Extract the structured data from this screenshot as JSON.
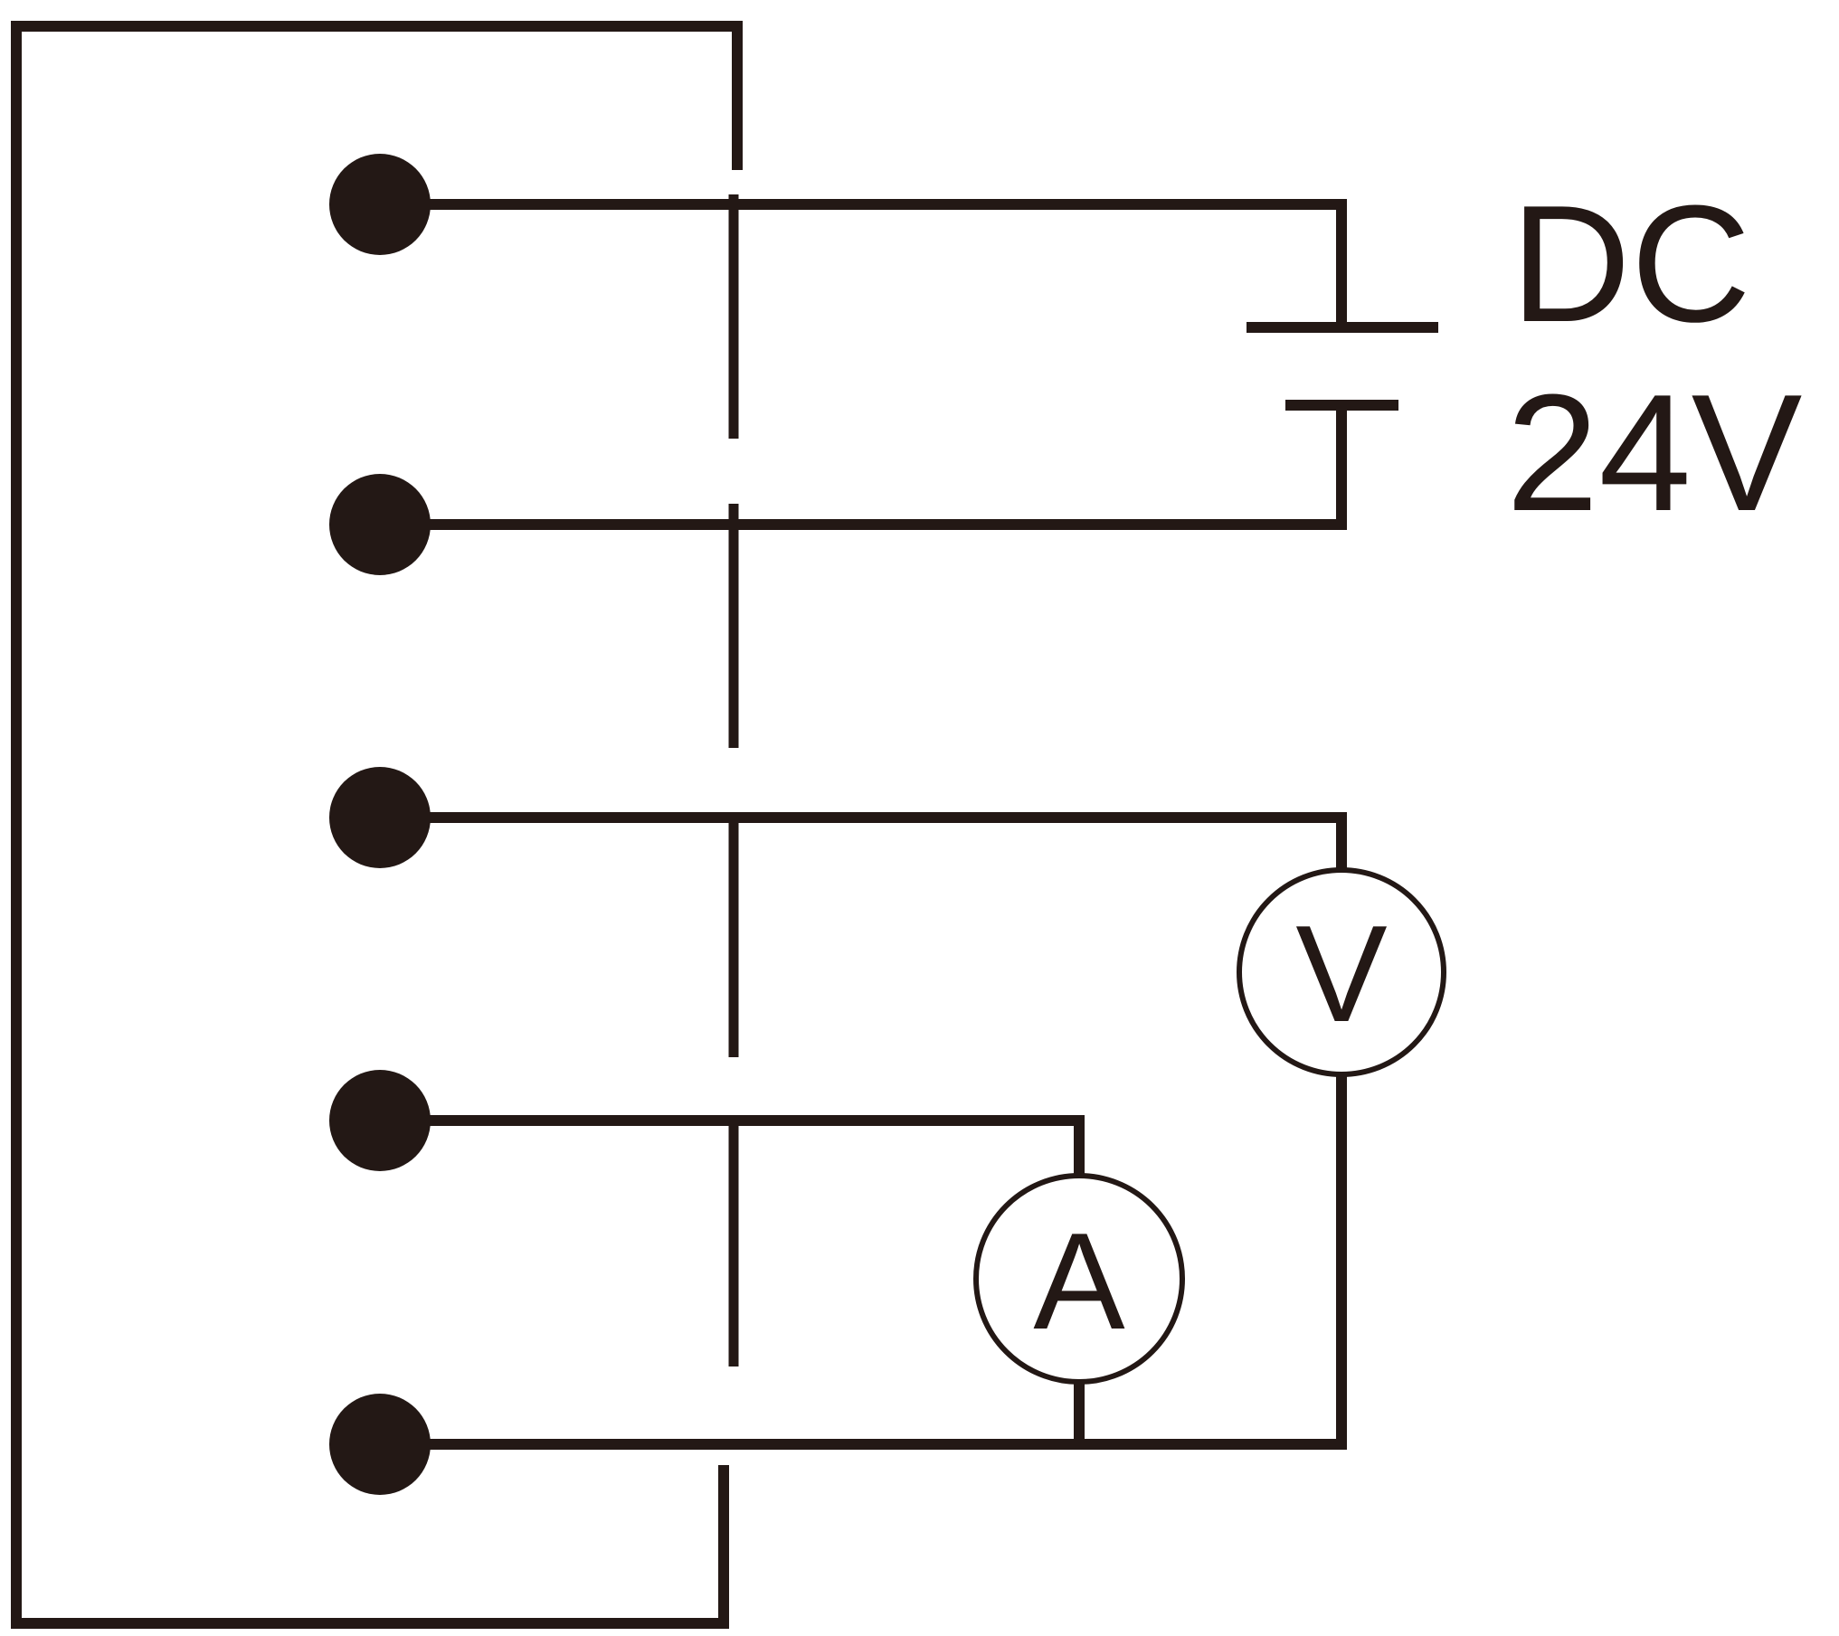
{
  "power_supply": {
    "type_label": "DC",
    "voltage_label": "24V"
  },
  "meters": {
    "voltmeter_symbol": "V",
    "ammeter_symbol": "A"
  },
  "terminals": [
    {
      "id": "terminal-1"
    },
    {
      "id": "terminal-2"
    },
    {
      "id": "terminal-3"
    },
    {
      "id": "terminal-4"
    },
    {
      "id": "terminal-5"
    }
  ],
  "colors": {
    "ink": "#231815",
    "background": "#ffffff"
  }
}
